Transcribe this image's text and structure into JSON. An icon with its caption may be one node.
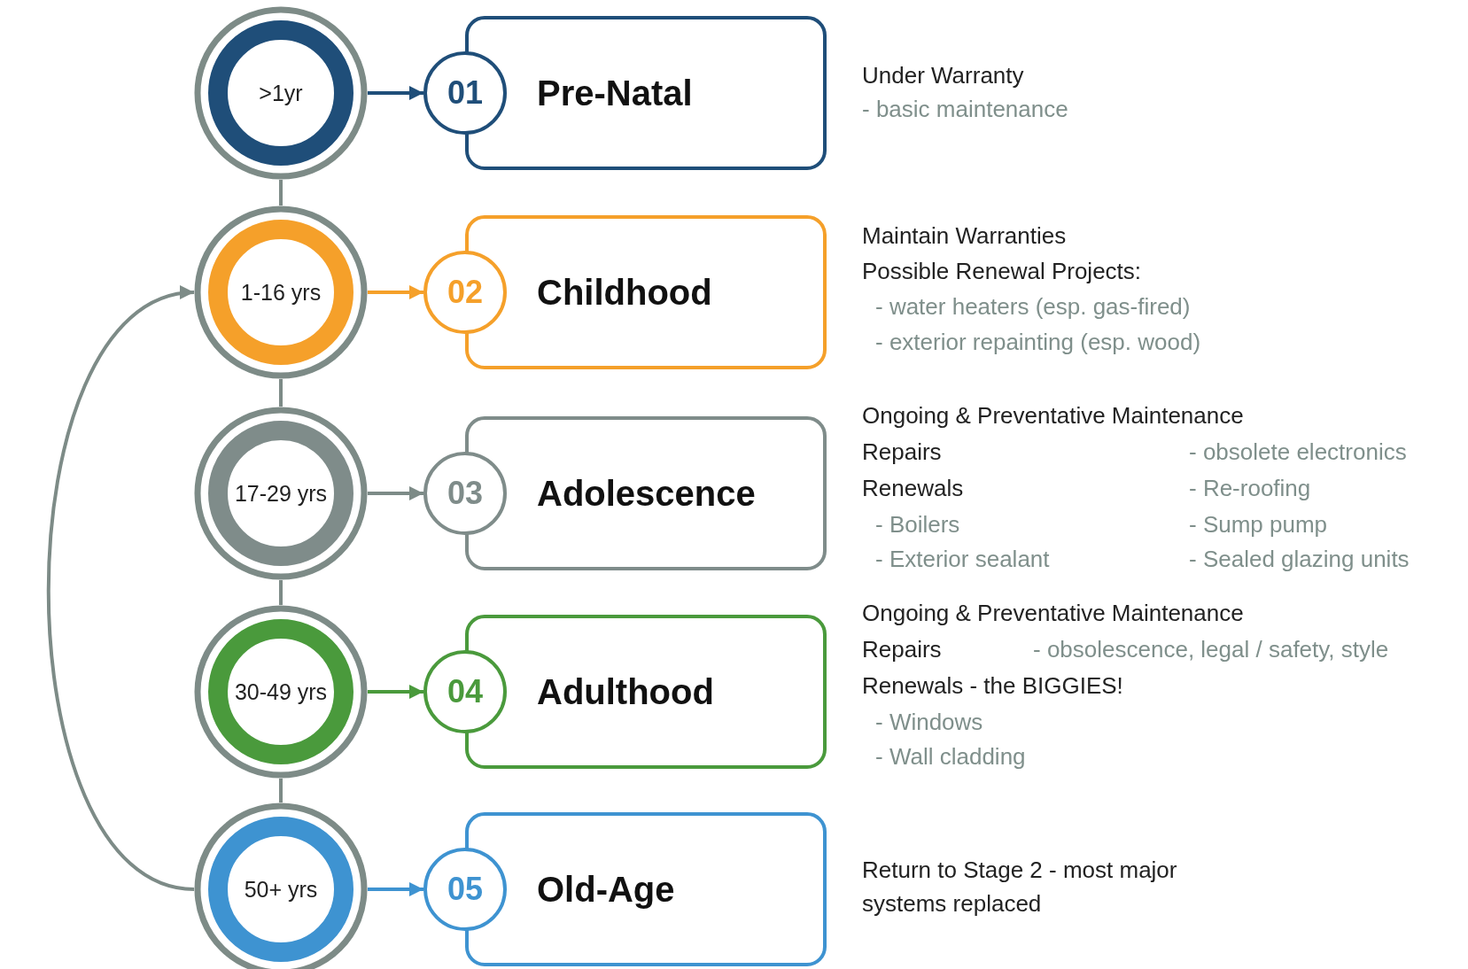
{
  "diagram": {
    "nodes": [
      {
        "text": [
          ">1yr"
        ]
      },
      {
        "text": [
          "01",
          "Pre-Natal"
        ],
        "beside": [
          "Under Warranty",
          "- basic maintenance"
        ]
      },
      {
        "text": [
          "1-16 yrs"
        ]
      },
      {
        "text": [
          "02",
          "Childhood"
        ],
        "beside": [
          "Maintain Warranties",
          "Possible Renewal Projects:",
          "- water heaters (esp. gas-fired)",
          "- exterior repainting (esp. wood)"
        ]
      },
      {
        "text": [
          "17-29 yrs"
        ]
      },
      {
        "text": [
          "03",
          "Adolescence"
        ],
        "beside": [
          "Ongoing & Preventative Maintenance",
          "Repairs",
          "- obsolete electronics",
          "Renewals",
          "- Re-roofing",
          "- Boilers",
          "- Sump pump",
          "- Exterior sealant",
          "- Sealed glazing units"
        ]
      },
      {
        "text": [
          "30-49 yrs"
        ]
      },
      {
        "text": [
          "04",
          "Adulthood"
        ],
        "beside": [
          "Ongoing & Preventative Maintenance",
          "Repairs",
          "- obsolescence, legal / safety, style",
          "Renewals - the BIGGIES!",
          "- Windows",
          "- Wall cladding"
        ]
      },
      {
        "text": [
          "50+ yrs"
        ]
      },
      {
        "text": [
          "05",
          "Old-Age"
        ],
        "beside": [
          "Return to Stage 2 - most major systems replaced"
        ]
      }
    ],
    "edges": [
      {
        "from": 0,
        "to": 1,
        "arrow": "to",
        "color": "#1f4e79"
      },
      {
        "from": 2,
        "to": 3,
        "arrow": "to",
        "color": "#f5a02a"
      },
      {
        "from": 4,
        "to": 5,
        "arrow": "to"
      },
      {
        "from": 6,
        "to": 7,
        "arrow": "to",
        "color": "#4a9a3c"
      },
      {
        "from": 8,
        "to": 9,
        "arrow": "to",
        "color": "#3e93d1"
      },
      {
        "from": 0,
        "to": 2,
        "arrow": "none"
      },
      {
        "from": 2,
        "to": 4,
        "arrow": "none"
      },
      {
        "from": 4,
        "to": 6,
        "arrow": "none"
      },
      {
        "from": 6,
        "to": 8,
        "arrow": "none"
      },
      {
        "from": 8,
        "to": 2,
        "arrow": "to"
      }
    ]
  }
}
